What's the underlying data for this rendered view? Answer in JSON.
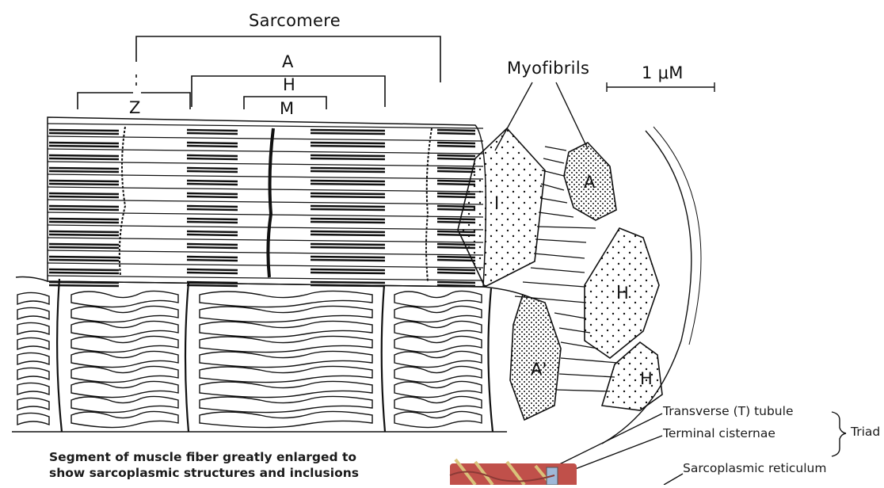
{
  "labels": {
    "sarcomere": "Sarcomere",
    "band_a": "A",
    "band_h": "H",
    "band_m": "M",
    "line_z": "Z",
    "myofibrils": "Myofibrils",
    "scale": "1 μM",
    "fib_i": "I",
    "fib_a": "A",
    "fib_h": "H",
    "fib_h2": "H",
    "fib_a_prime": "A'"
  },
  "caption": {
    "line1": "Segment of muscle fiber greatly enlarged to",
    "line2": "show sarcoplasmic structures and inclusions"
  },
  "legend": {
    "t_tubule": "Transverse (T) tubule",
    "terminal_cisternae": "Terminal cisternae",
    "triad": "Triad",
    "sarcoplasmic_reticulum": "Sarcoplasmic reticulum"
  },
  "colors": {
    "ink": "#111111",
    "inset_muscle": "#c0504a",
    "inset_tubule": "#d9c27a",
    "inset_reticulum": "#9fb8d8"
  }
}
